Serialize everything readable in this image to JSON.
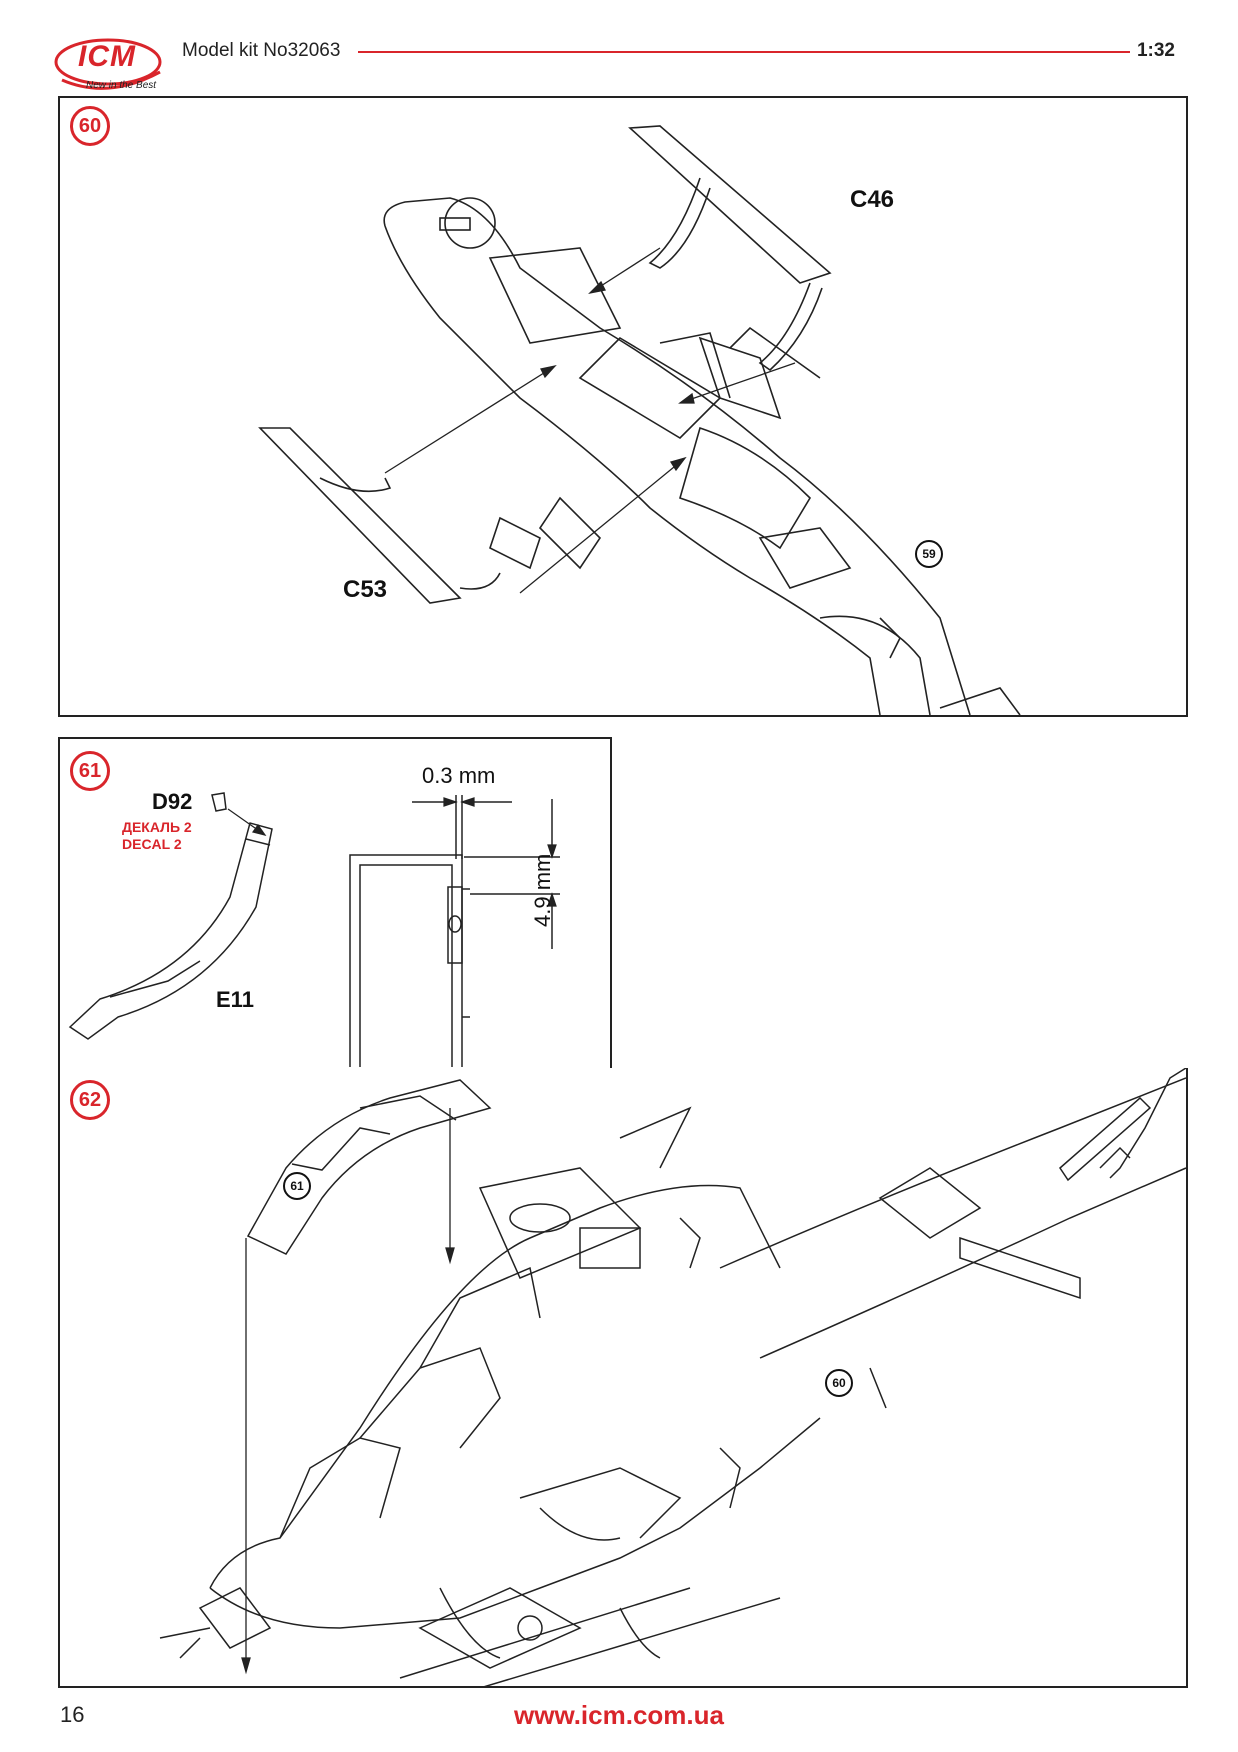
{
  "header": {
    "logo_text": "ICM",
    "logo_tagline": "New in the Best",
    "title": "Model kit No32063",
    "scale": "1:32"
  },
  "steps": {
    "s60": {
      "number": "60",
      "parts": {
        "c46": "C46",
        "c53": "C53"
      },
      "ref": "59"
    },
    "s61": {
      "number": "61",
      "part_d92": "D92",
      "decal_ua": "ДЕКАЛЬ 2",
      "decal_en": "DECAL 2",
      "part_e11": "E11",
      "dim_width": "0.3 mm",
      "dim_height": "4.9 mm"
    },
    "s62": {
      "number": "62",
      "ref_a": "61",
      "ref_b": "60"
    }
  },
  "footer": {
    "page": "16",
    "url": "www.icm.com.ua"
  },
  "colors": {
    "accent": "#d9252b",
    "line": "#222222"
  }
}
